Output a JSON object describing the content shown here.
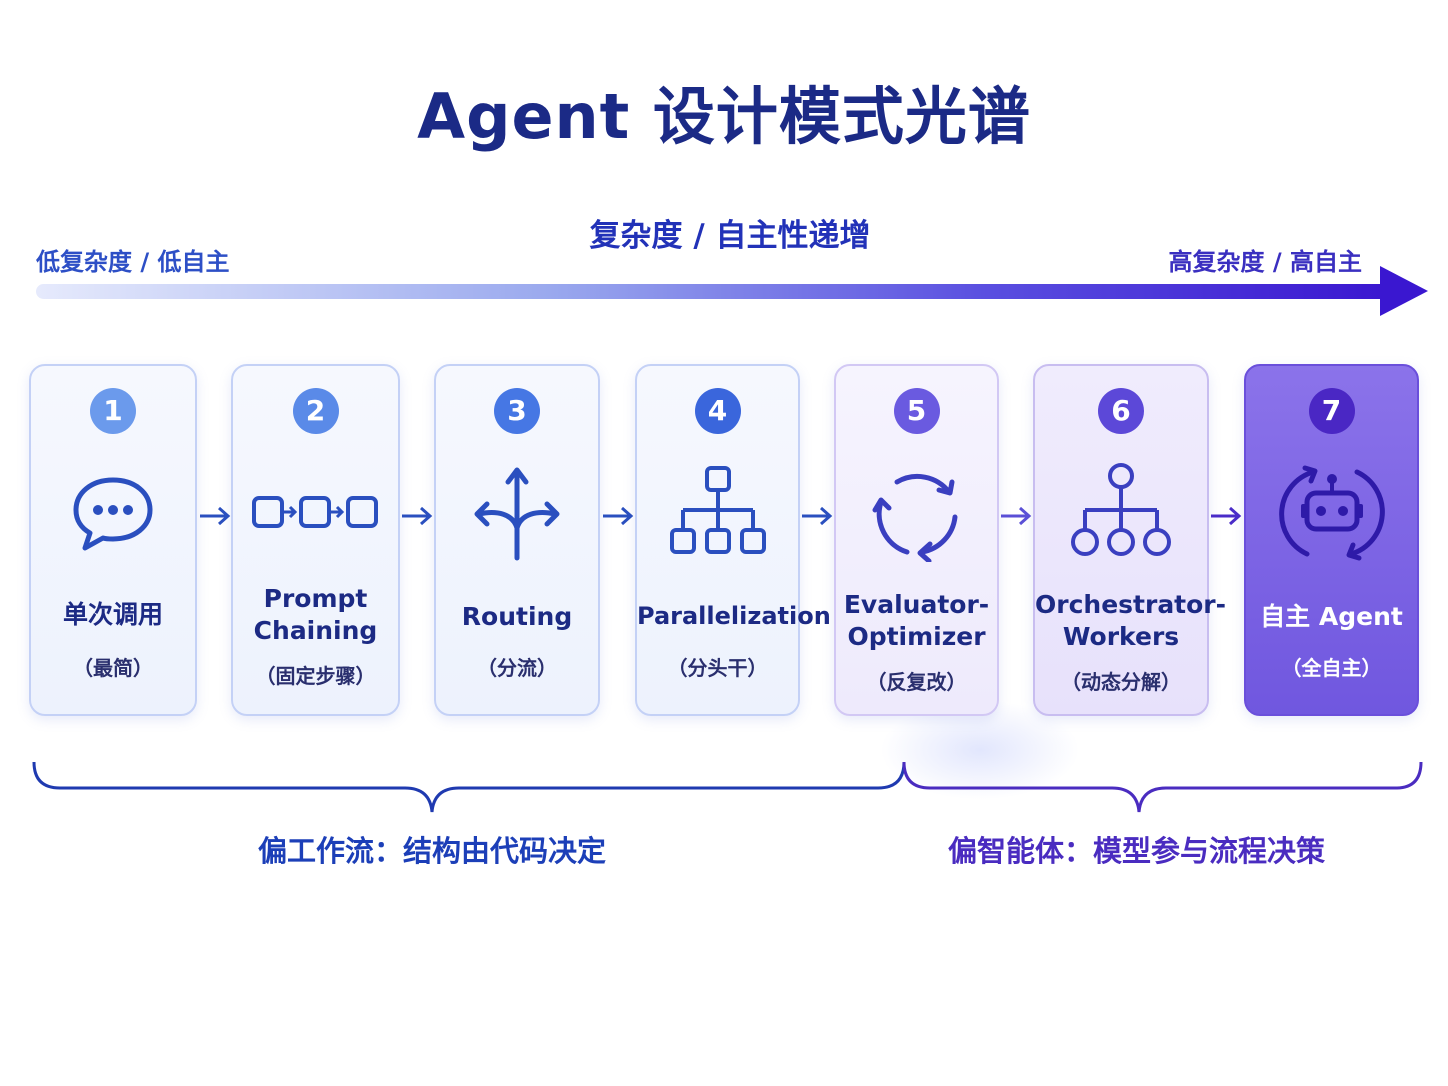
{
  "title": "Agent 设计模式光谱",
  "axis": {
    "center": "复杂度 / 自主性递增",
    "left": "低复杂度 / 低自主",
    "right": "高复杂度 / 高自主"
  },
  "cards": [
    {
      "num": "1",
      "name1": "单次调用",
      "name2": "",
      "sub": "（最简）",
      "icon": "chat-bubble-icon",
      "color": "#5b8de8"
    },
    {
      "num": "2",
      "name1": "Prompt",
      "name2": "Chaining",
      "sub": "（固定步骤）",
      "icon": "chain-icon",
      "color": "#4f7fe4"
    },
    {
      "num": "3",
      "name1": "Routing",
      "name2": "",
      "sub": "（分流）",
      "icon": "routing-arrows-icon",
      "color": "#3f6fe0"
    },
    {
      "num": "4",
      "name1": "Parallelization",
      "name2": "",
      "sub": "（分头干）",
      "icon": "hierarchy-icon",
      "color": "#355fda"
    },
    {
      "num": "5",
      "name1": "Evaluator-",
      "name2": "Optimizer",
      "sub": "（反复改）",
      "icon": "cycle-arrows-icon",
      "color": "#6652dc"
    },
    {
      "num": "6",
      "name1": "Orchestrator-",
      "name2": "Workers",
      "sub": "（动态分解）",
      "icon": "orchestrator-tree-icon",
      "color": "#5a45d6"
    },
    {
      "num": "7",
      "name1": "自主 Agent",
      "name2": "",
      "sub": "（全自主）",
      "icon": "robot-cycle-icon",
      "color": "#4a2cc8"
    }
  ],
  "groups": {
    "left": "偏工作流：结构由代码决定",
    "right": "偏智能体：模型参与流程决策"
  }
}
